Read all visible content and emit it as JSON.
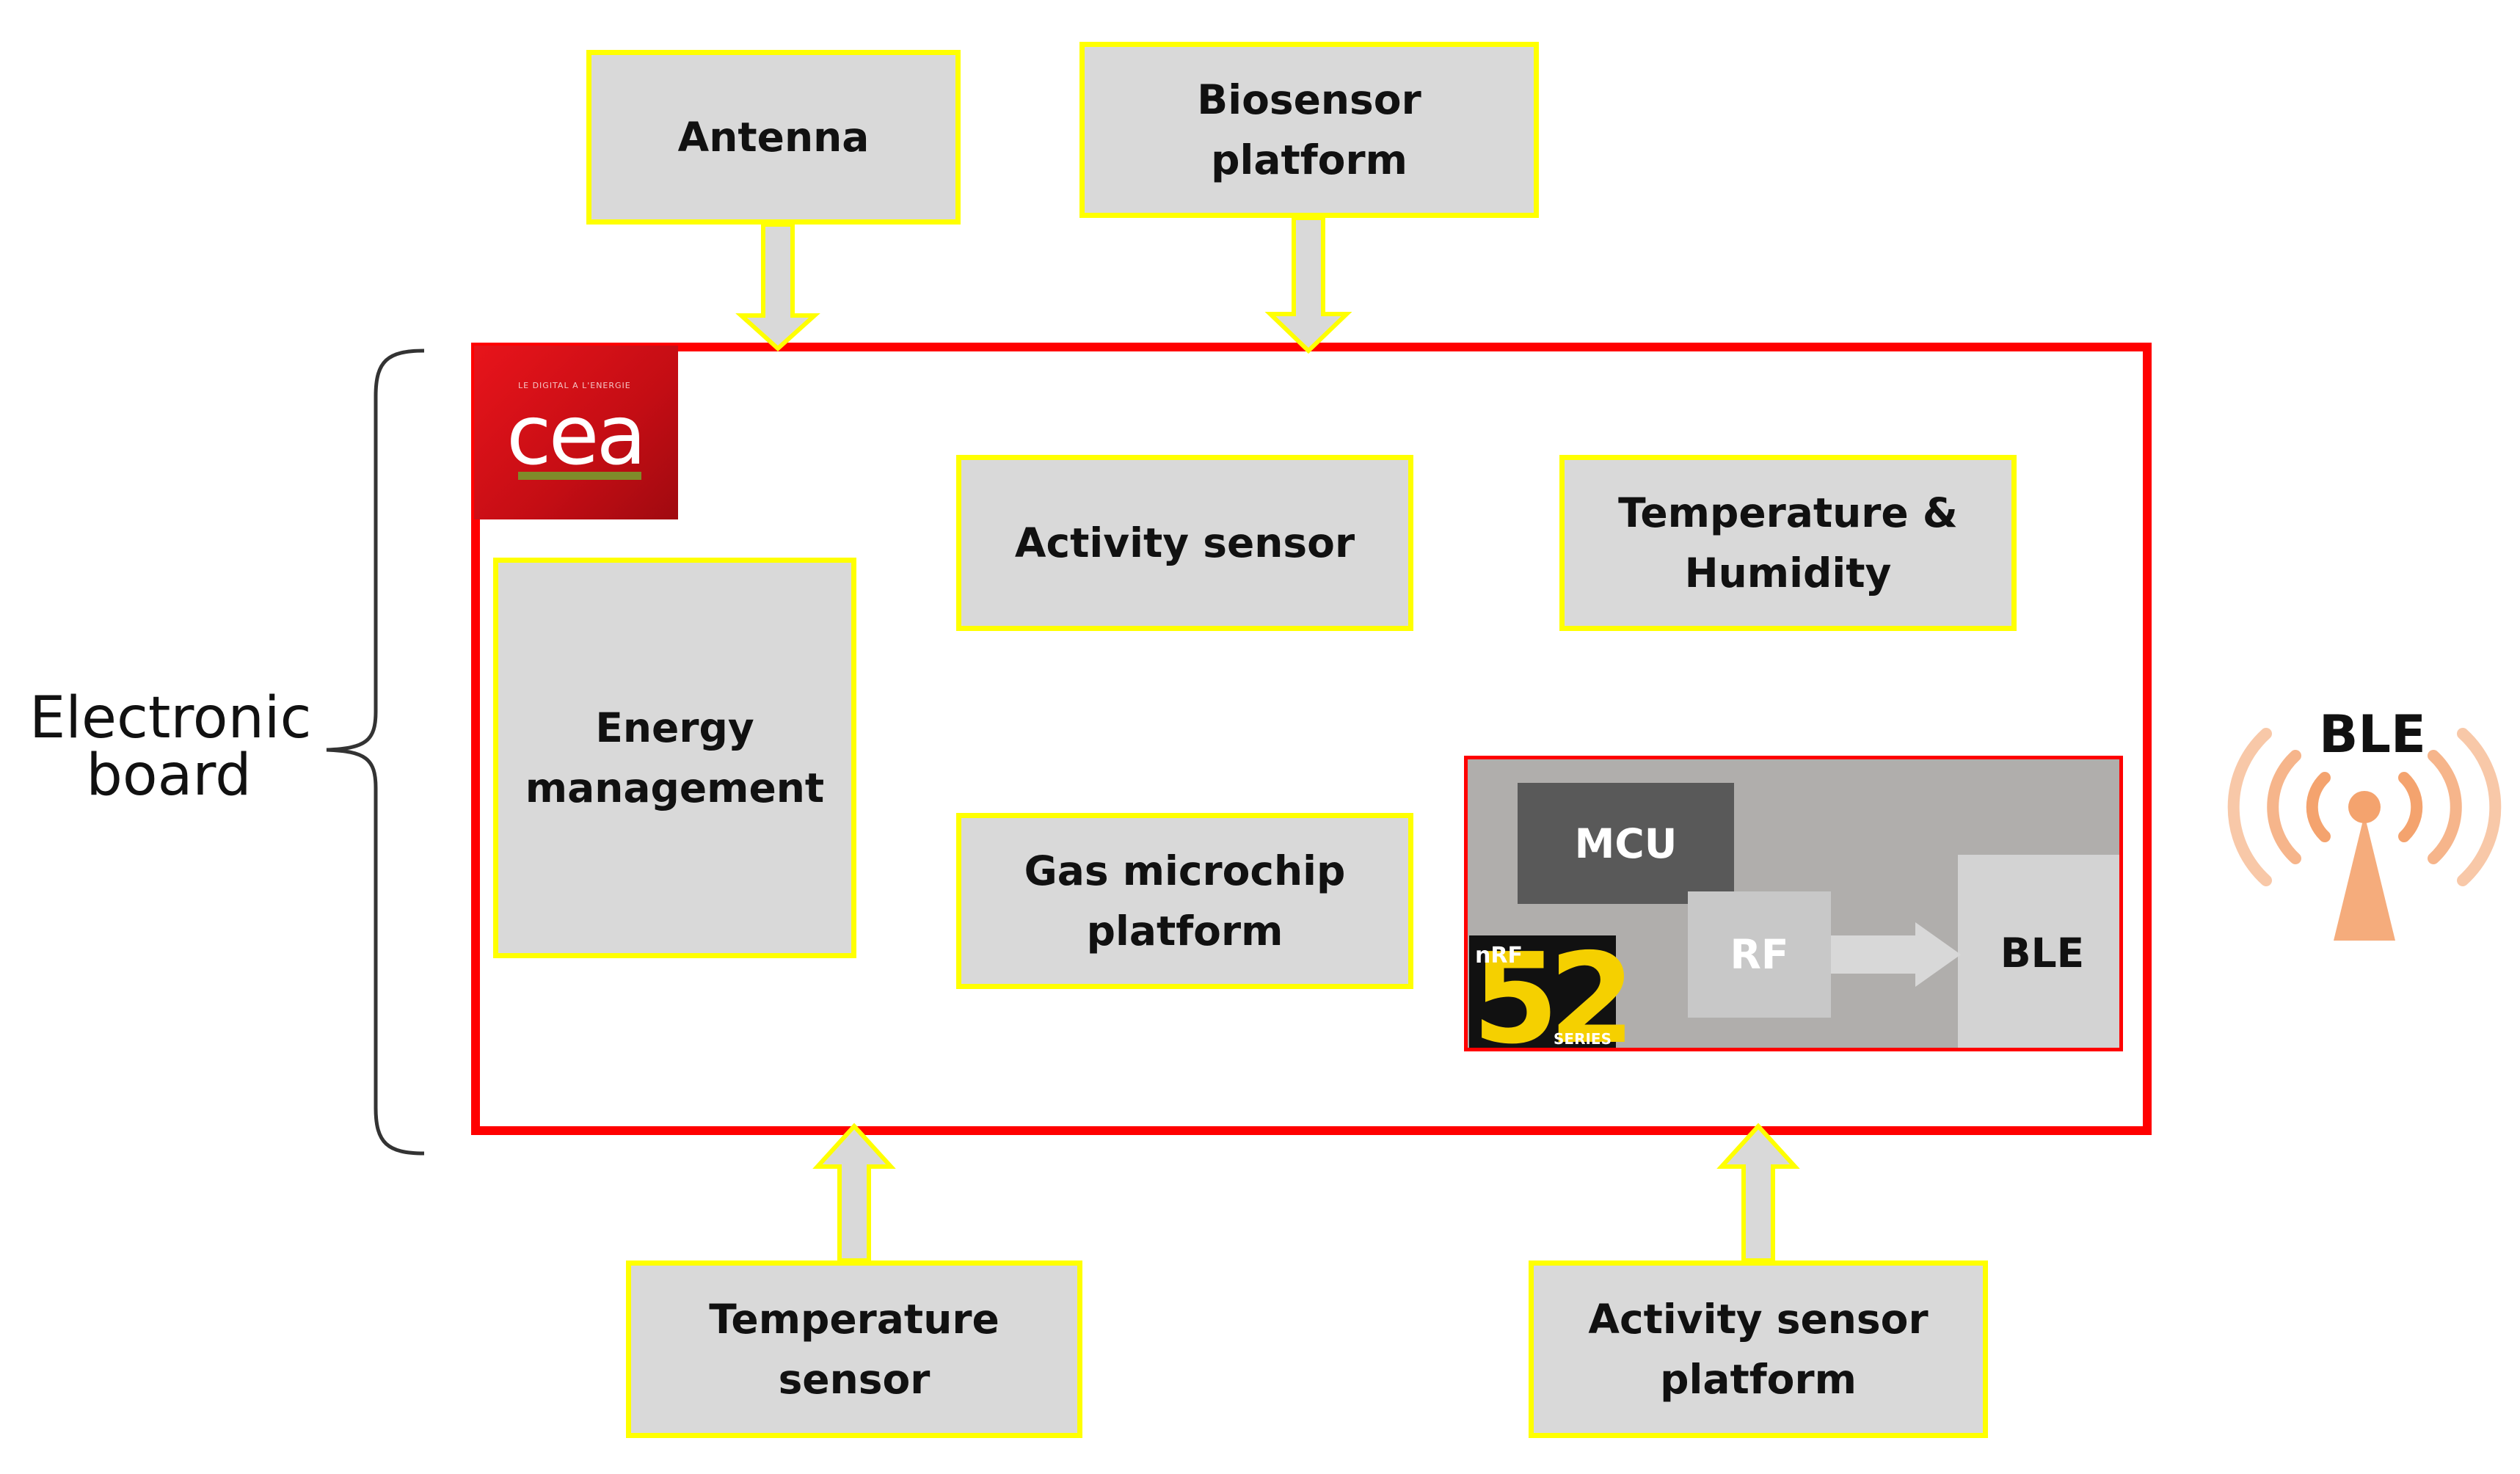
{
  "diagram": {
    "external_blocks": {
      "antenna": "Antenna",
      "biosensor": [
        "Biosensor",
        "platform"
      ],
      "temperature_sensor": [
        "Temperature",
        "sensor"
      ],
      "activity_sensor_platform": [
        "Activity sensor",
        "platform"
      ]
    },
    "board_blocks": {
      "activity_sensor": "Activity sensor",
      "temp_humidity": [
        "Temperature &",
        "Humidity"
      ],
      "energy": [
        "Energy",
        "management"
      ],
      "gas": [
        "Gas microchip",
        "platform"
      ]
    },
    "chip": {
      "mcu": "MCU",
      "rf": "RF",
      "ble": "BLE",
      "nrf_prefix": "nRF",
      "nrf_number": "52",
      "nrf_series": "SERIES"
    },
    "logo": {
      "text": "cea",
      "tagline": "LE DIGITAL A L'ENERGIE"
    },
    "electronic_board_label": [
      "Electronic",
      "board"
    ],
    "wireless_label": "BLE"
  },
  "colors": {
    "board_border": "#ff0000",
    "block_fill": "#d9d9d9",
    "block_border": "#ffff00",
    "signal_icon": "#f4a36e"
  }
}
